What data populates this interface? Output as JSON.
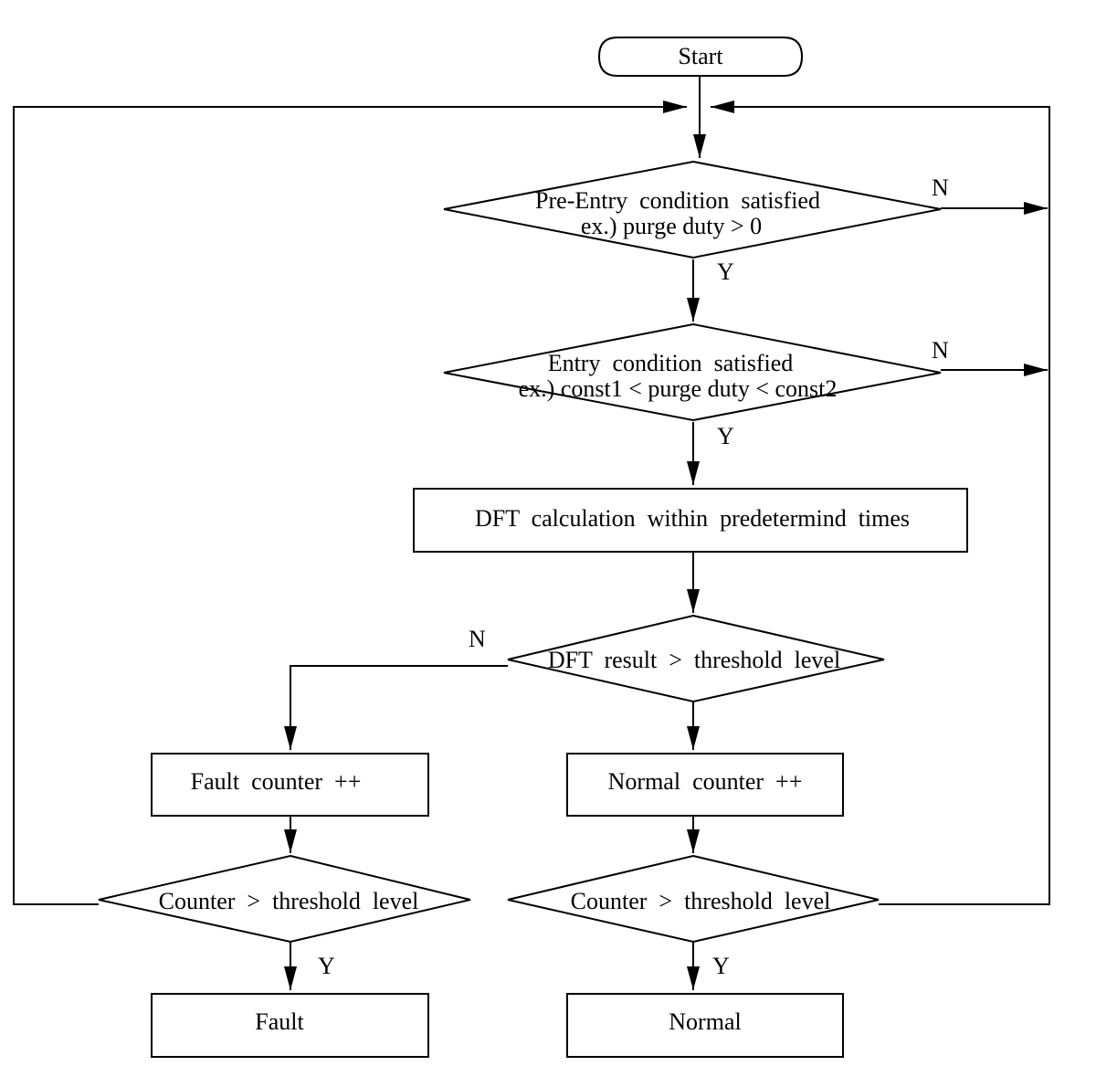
{
  "nodes": {
    "start": "Start",
    "pre_entry_line1": "Pre-Entry  condition  satisfied",
    "pre_entry_line2": "ex.) purge duty > 0",
    "entry_line1": "Entry  condition  satisfied",
    "entry_line2": "ex.) const1 < purge duty < const2",
    "dft_calc": "DFT  calculation  within  predetermind  times",
    "dft_result": "DFT  result  >  threshold  level",
    "fault_counter": "Fault  counter  ++",
    "normal_counter": "Normal  counter  ++",
    "fault_check": "Counter  >  threshold  level",
    "normal_check": "Counter  >  threshold  level",
    "fault": "Fault",
    "normal": "Normal"
  },
  "edge_labels": {
    "pre_entry_no": "N",
    "pre_entry_yes": "Y",
    "entry_no": "N",
    "entry_yes": "Y",
    "dft_result_no": "N",
    "fault_check_yes": "Y",
    "normal_check_yes": "Y"
  }
}
